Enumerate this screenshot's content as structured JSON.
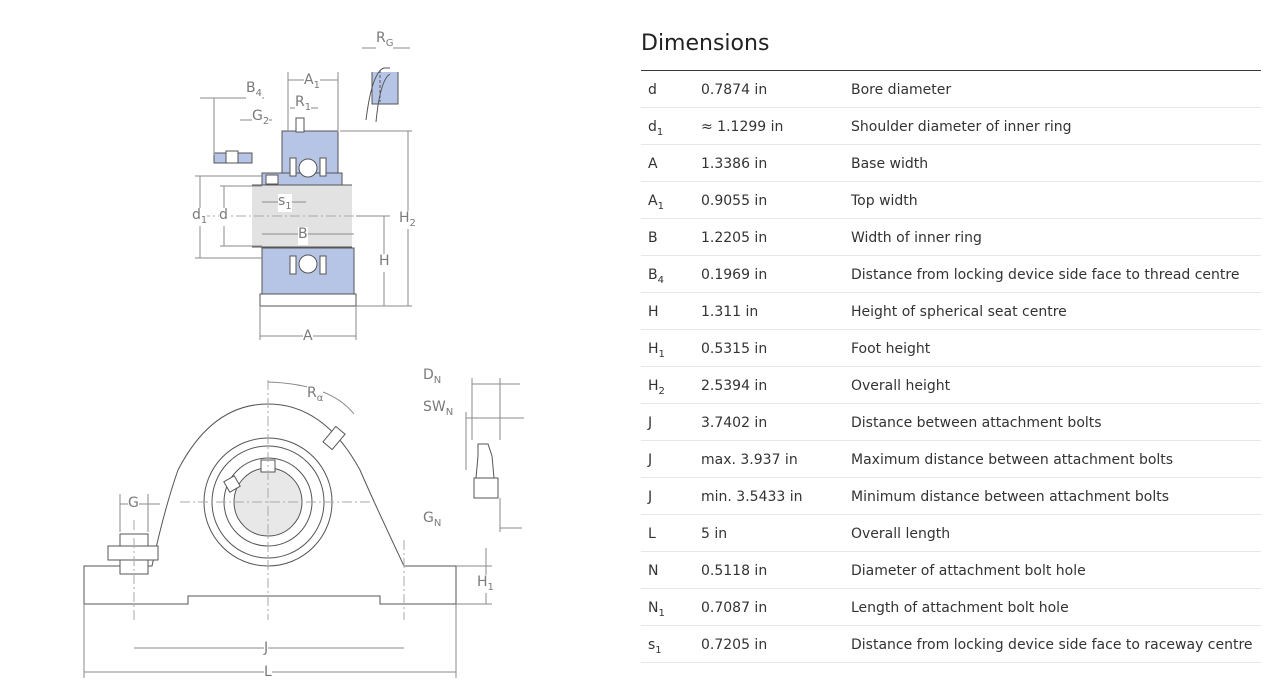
{
  "panel": {
    "title": "Dimensions"
  },
  "rows": [
    {
      "symbol": "d",
      "sub": "",
      "value": "0.7874 in",
      "description": "Bore diameter"
    },
    {
      "symbol": "d",
      "sub": "1",
      "value": "≈ 1.1299 in",
      "description": "Shoulder diameter of inner ring"
    },
    {
      "symbol": "A",
      "sub": "",
      "value": "1.3386 in",
      "description": "Base width"
    },
    {
      "symbol": "A",
      "sub": "1",
      "value": "0.9055 in",
      "description": "Top width"
    },
    {
      "symbol": "B",
      "sub": "",
      "value": "1.2205 in",
      "description": "Width of inner ring"
    },
    {
      "symbol": "B",
      "sub": "4",
      "value": "0.1969 in",
      "description": "Distance from locking device side face to thread centre"
    },
    {
      "symbol": "H",
      "sub": "",
      "value": "1.311 in",
      "description": "Height of spherical seat centre"
    },
    {
      "symbol": "H",
      "sub": "1",
      "value": "0.5315 in",
      "description": "Foot height"
    },
    {
      "symbol": "H",
      "sub": "2",
      "value": "2.5394 in",
      "description": "Overall height"
    },
    {
      "symbol": "J",
      "sub": "",
      "value": "3.7402 in",
      "description": "Distance between attachment bolts"
    },
    {
      "symbol": "J",
      "sub": "",
      "value": "max. 3.937 in",
      "description": "Maximum distance between attachment bolts"
    },
    {
      "symbol": "J",
      "sub": "",
      "value": "min. 3.5433 in",
      "description": "Minimum distance between attachment bolts"
    },
    {
      "symbol": "L",
      "sub": "",
      "value": "5 in",
      "description": "Overall length"
    },
    {
      "symbol": "N",
      "sub": "",
      "value": "0.5118 in",
      "description": "Diameter of attachment bolt hole"
    },
    {
      "symbol": "N",
      "sub": "1",
      "value": "0.7087 in",
      "description": "Length of attachment bolt hole"
    },
    {
      "symbol": "s",
      "sub": "1",
      "value": "0.7205 in",
      "description": "Distance from locking device side face to raceway centre"
    }
  ],
  "drawing_labels": {
    "rg": {
      "main": "R",
      "sub": "G"
    },
    "a1": {
      "main": "A",
      "sub": "1"
    },
    "b4": {
      "main": "B",
      "sub": "4"
    },
    "r1": {
      "main": "R",
      "sub": "1"
    },
    "g2": {
      "main": "G",
      "sub": "2"
    },
    "d1": {
      "main": "d",
      "sub": "1"
    },
    "d": {
      "main": "d",
      "sub": ""
    },
    "s1": {
      "main": "s",
      "sub": "1"
    },
    "b": {
      "main": "B",
      "sub": ""
    },
    "h2": {
      "main": "H",
      "sub": "2"
    },
    "h": {
      "main": "H",
      "sub": ""
    },
    "a": {
      "main": "A",
      "sub": ""
    },
    "ralpha": {
      "main": "R",
      "sub": "α"
    },
    "dn": {
      "main": "D",
      "sub": "N"
    },
    "swn": {
      "main": "SW",
      "sub": "N"
    },
    "g": {
      "main": "G",
      "sub": ""
    },
    "gn": {
      "main": "G",
      "sub": "N"
    },
    "h1": {
      "main": "H",
      "sub": "1"
    },
    "j": {
      "main": "J",
      "sub": ""
    },
    "l": {
      "main": "L",
      "sub": ""
    }
  },
  "colors": {
    "housing_fill": "#b6c4e6",
    "line": "#555555",
    "dimline": "#8a8a8a",
    "shaft": "#e2e2e2"
  }
}
